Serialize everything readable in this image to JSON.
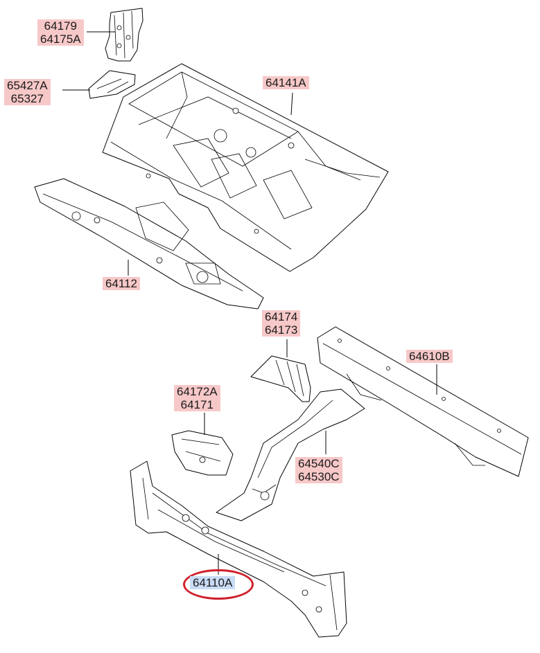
{
  "colors": {
    "highlight": "#f7c8c8",
    "selected_highlight": "#c9dcf6",
    "selected_ring": "#d0202a",
    "line": "#000000"
  },
  "parts": [
    {
      "id": "p64179",
      "labels": [
        "64179",
        "64175A"
      ],
      "highlight": "red"
    },
    {
      "id": "p65427",
      "labels": [
        "65427A",
        "65327"
      ],
      "highlight": "red"
    },
    {
      "id": "p64141",
      "labels": [
        "64141A"
      ],
      "highlight": "red"
    },
    {
      "id": "p64112",
      "labels": [
        "64112"
      ],
      "highlight": "red"
    },
    {
      "id": "p64174",
      "labels": [
        "64174",
        "64173"
      ],
      "highlight": "red"
    },
    {
      "id": "p64610",
      "labels": [
        "64610B"
      ],
      "highlight": "red"
    },
    {
      "id": "p64172",
      "labels": [
        "64172A",
        "64171"
      ],
      "highlight": "red"
    },
    {
      "id": "p64540",
      "labels": [
        "64540C",
        "64530C"
      ],
      "highlight": "red"
    },
    {
      "id": "p64110",
      "labels": [
        "64110A"
      ],
      "highlight": "blue",
      "selected": true
    }
  ]
}
